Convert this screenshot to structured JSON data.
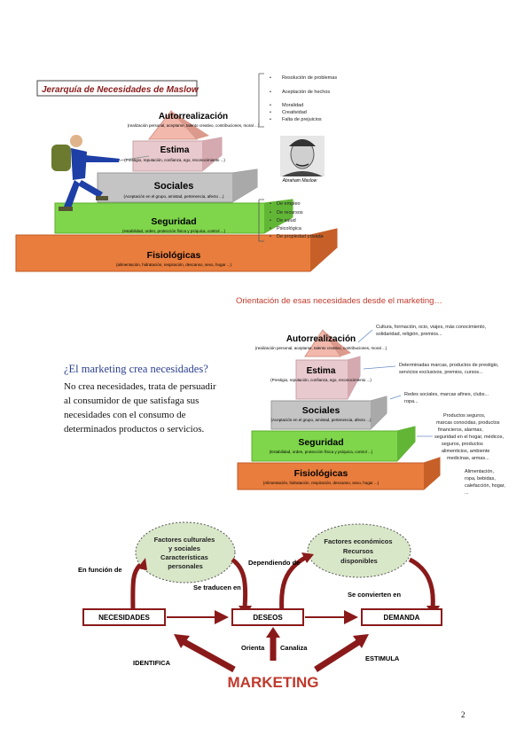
{
  "pyramid1": {
    "banner_title": "Jerarquía de Necesidades de Maslow",
    "levels": [
      {
        "name": "Autorrealización",
        "desc": "(realización personal, aceptarse, talento creativo, contribuciones, moral ...)"
      },
      {
        "name": "Estima",
        "desc": "(Prestigio, reputación, confianza, ego, reconocimiento ...)"
      },
      {
        "name": "Sociales",
        "desc": "(Aceptación en el grupo, amistad, pertenencia, afecto ...)"
      },
      {
        "name": "Seguridad",
        "desc": "(estabilidad, orden, protección física y psíquica, control ...)"
      },
      {
        "name": "Fisiológicas",
        "desc": "(alimentación, hidratación, respiración, descanso, sexo, hogar ...)"
      }
    ],
    "top_notes": [
      "Resolución de problemas",
      "Aceptación de hechos",
      "Moralidad",
      "Creatividad",
      "Falta de prejuicios"
    ],
    "security_notes": [
      "De empleo",
      "De recursos",
      "De salud",
      "Psicológica",
      "De propiedad privada"
    ],
    "portrait_caption": "Abraham Maslow"
  },
  "orientation_title": "Orientación de esas necesidades desde el marketing…",
  "pyramid2": {
    "levels": [
      {
        "name": "Autorrealización",
        "desc": "(realización personal, aceptarse, talento creativo, contribuciones, moral ...)"
      },
      {
        "name": "Estima",
        "desc": "(Prestigio, reputación, confianza, ego, reconocimiento ...)"
      },
      {
        "name": "Sociales",
        "desc": "(Aceptación en el grupo, amistad, pertenencia, afecto ...)"
      },
      {
        "name": "Seguridad",
        "desc": "(Estabilidad, orden, protección física y psíquica, control ...)"
      },
      {
        "name": "Fisiológicas",
        "desc": "(Alimentación, hidratación, respiración, descanso, sexo, hogar ...)"
      }
    ],
    "notes": [
      [
        "Cultura, formación, ocio, viajes, más conocimiento,",
        "solidaridad, religión, premios..."
      ],
      [
        "Determinadas marcas, productos de prestigio,",
        "servicios exclusivos, premios, cursos..."
      ],
      [
        "Redes sociales, marcas afines, clubs...",
        "ropa..."
      ],
      [
        "Productos seguros,",
        "marcas conocidas, productos",
        "financieros, alarmas,",
        "seguridad en el hogar, médicos,",
        "seguros, productos",
        "alimenticios, ambiente",
        "medicinas, armas..."
      ],
      [
        "Alimentación,",
        "ropa, bebidas,",
        "calefacción, hogar,",
        "..."
      ]
    ]
  },
  "question": {
    "title": "¿El marketing crea necesidades?",
    "body": "No crea necesidades, trata de persuadir al consumidor de que satisfaga sus necesidades con el consumo de determinados productos o servicios."
  },
  "diagram": {
    "bubble_left": [
      "Factores culturales",
      "y sociales",
      "Características",
      "personales"
    ],
    "bubble_right": [
      "Factores económicos",
      "Recursos",
      "disponibles"
    ],
    "label_en_funcion": "En función de",
    "label_dependiendo": "Dependiendo de",
    "label_se_traducen": "Se traducen en",
    "label_se_convierten": "Se convierten en",
    "box_necesidades": "NECESIDADES",
    "box_deseos": "DESEOS",
    "box_demanda": "DEMANDA",
    "label_orienta": "Orienta",
    "label_canaliza": "Canaliza",
    "label_identifica": "IDENTIFICA",
    "label_estimula": "ESTIMULA",
    "marketing": "MARKETING"
  },
  "page_number": "2",
  "colors": {
    "peach": "#f2b8ac",
    "pink": "#e8c9cd",
    "gray": "#c4c4c4",
    "green": "#7fd64b",
    "orange": "#e87d3d",
    "dark_red": "#8a1a1a",
    "bubble": "#d9e7c9"
  }
}
